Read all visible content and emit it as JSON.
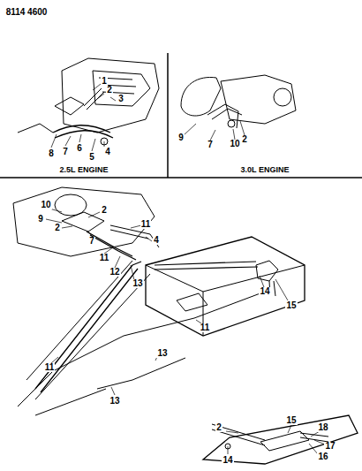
{
  "diagram": {
    "labels": [
      "8114 4600",
      "1",
      "2",
      "3",
      "4",
      "5",
      "6",
      "7",
      "8",
      "2.5L ENGINE",
      "9",
      "7",
      "10",
      "2",
      "3.0L ENGINE",
      "10",
      "2",
      "9",
      "2",
      "7",
      "11",
      "4",
      "11",
      "12",
      "13",
      "14",
      "15",
      "11",
      "13",
      "11",
      "13",
      "2",
      "15",
      "18",
      "17",
      "16",
      "14"
    ]
  }
}
